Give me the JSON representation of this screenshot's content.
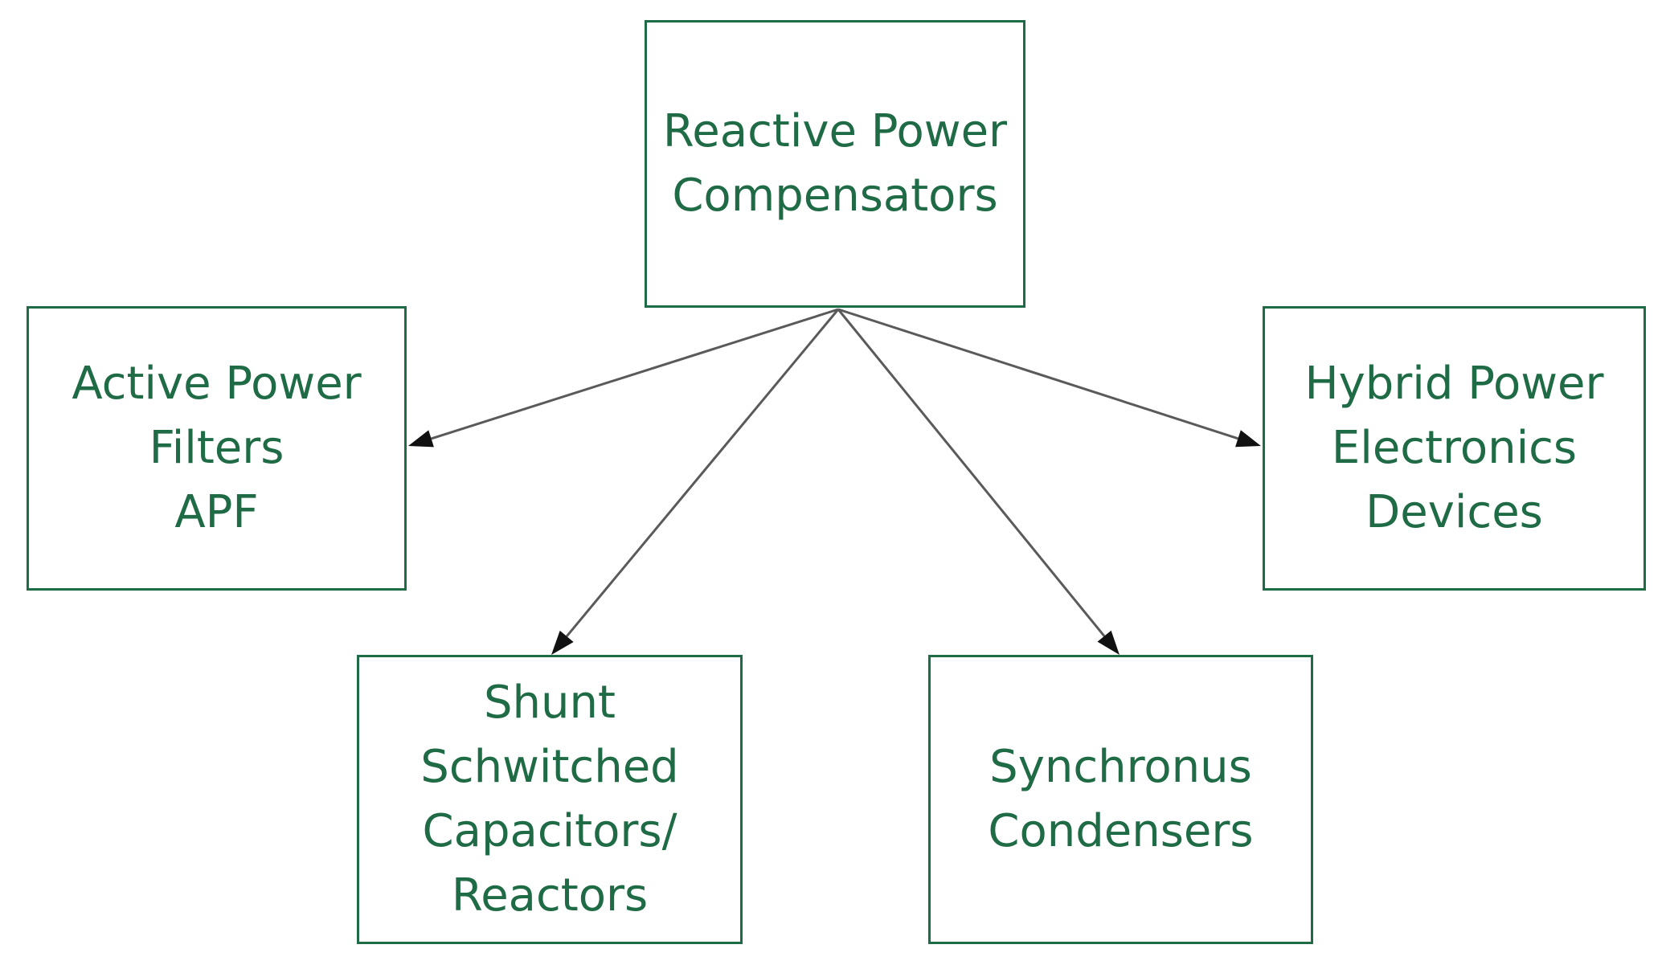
{
  "diagram": {
    "nodes": [
      {
        "id": "root",
        "lines": [
          "Reactive Power",
          "Compensators"
        ]
      },
      {
        "id": "apf",
        "lines": [
          "Active Power",
          "Filters",
          "APF"
        ]
      },
      {
        "id": "hybrid",
        "lines": [
          "Hybrid Power",
          "Electronics",
          "Devices"
        ]
      },
      {
        "id": "shunt",
        "lines": [
          "Shunt",
          "Schwitched",
          "Capacitors/",
          "Reactors"
        ]
      },
      {
        "id": "sync",
        "lines": [
          "Synchronus",
          "Condensers"
        ]
      }
    ],
    "edges": [
      {
        "from": "root",
        "to": "apf"
      },
      {
        "from": "root",
        "to": "shunt"
      },
      {
        "from": "root",
        "to": "sync"
      },
      {
        "from": "root",
        "to": "hybrid"
      }
    ],
    "colors": {
      "box_border": "#1f6b45",
      "text": "#1f6b45",
      "edge": "#5a5a5a",
      "arrowhead": "#111111",
      "background": "#ffffff"
    }
  }
}
